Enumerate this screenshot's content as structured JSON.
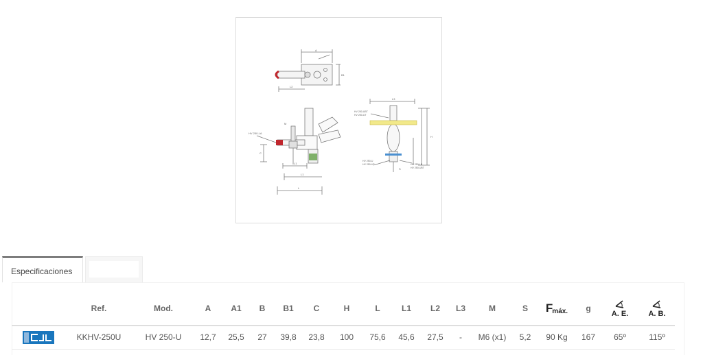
{
  "drawing_labels": {
    "model_tag_1": "HV 250-LA",
    "model_tag_2": "HV 250-UBT",
    "model_tag_3": "HV 250-UT",
    "model_tag_4": "HV 250-U",
    "model_tag_5": "HV 250-UT",
    "model_tag_6": "HV 250-LB",
    "model_tag_7": "HV 250-LB",
    "model_tag_8": "HV 250-UBT",
    "dim_L": "L",
    "dim_L1": "L1",
    "dim_L2": "L2",
    "dim_L3": "L3",
    "dim_H": "H",
    "dim_B": "B",
    "dim_B1": "B1",
    "dim_A": "A",
    "dim_A1": "A1",
    "dim_C": "C",
    "dim_M": "M",
    "dim_S": "S"
  },
  "tabs": [
    {
      "label": "Especificaciones",
      "active": true
    },
    {
      "label": "",
      "active": false
    }
  ],
  "table": {
    "headers": {
      "ref": "Ref.",
      "mod": "Mod.",
      "a": "A",
      "a1": "A1",
      "b": "B",
      "b1": "B1",
      "c": "C",
      "h": "H",
      "l": "L",
      "l1": "L1",
      "l2": "L2",
      "l3": "L3",
      "m": "M",
      "s": "S",
      "fmax_f": "F",
      "fmax_sub": "máx.",
      "g": "g",
      "ae": "A. E.",
      "ab": "A. B."
    },
    "rows": [
      {
        "brand": "CJL",
        "ref": "KKHV-250U",
        "mod": "HV 250-U",
        "a": "12,7",
        "a1": "25,5",
        "b": "27",
        "b1": "39,8",
        "c": "23,8",
        "h": "100",
        "l": "75,6",
        "l1": "45,6",
        "l2": "27,5",
        "l3": "-",
        "m": "M6 (x1)",
        "s": "5,2",
        "fmax": "90 Kg",
        "g": "167",
        "ae": "65º",
        "ab": "115º"
      }
    ]
  },
  "colors": {
    "brand_blue": "#1976bd",
    "drawing_line": "#7a7a7a",
    "accent_red": "#c0262c",
    "accent_yellow": "#f2e98a",
    "accent_green": "#7fb06a"
  }
}
